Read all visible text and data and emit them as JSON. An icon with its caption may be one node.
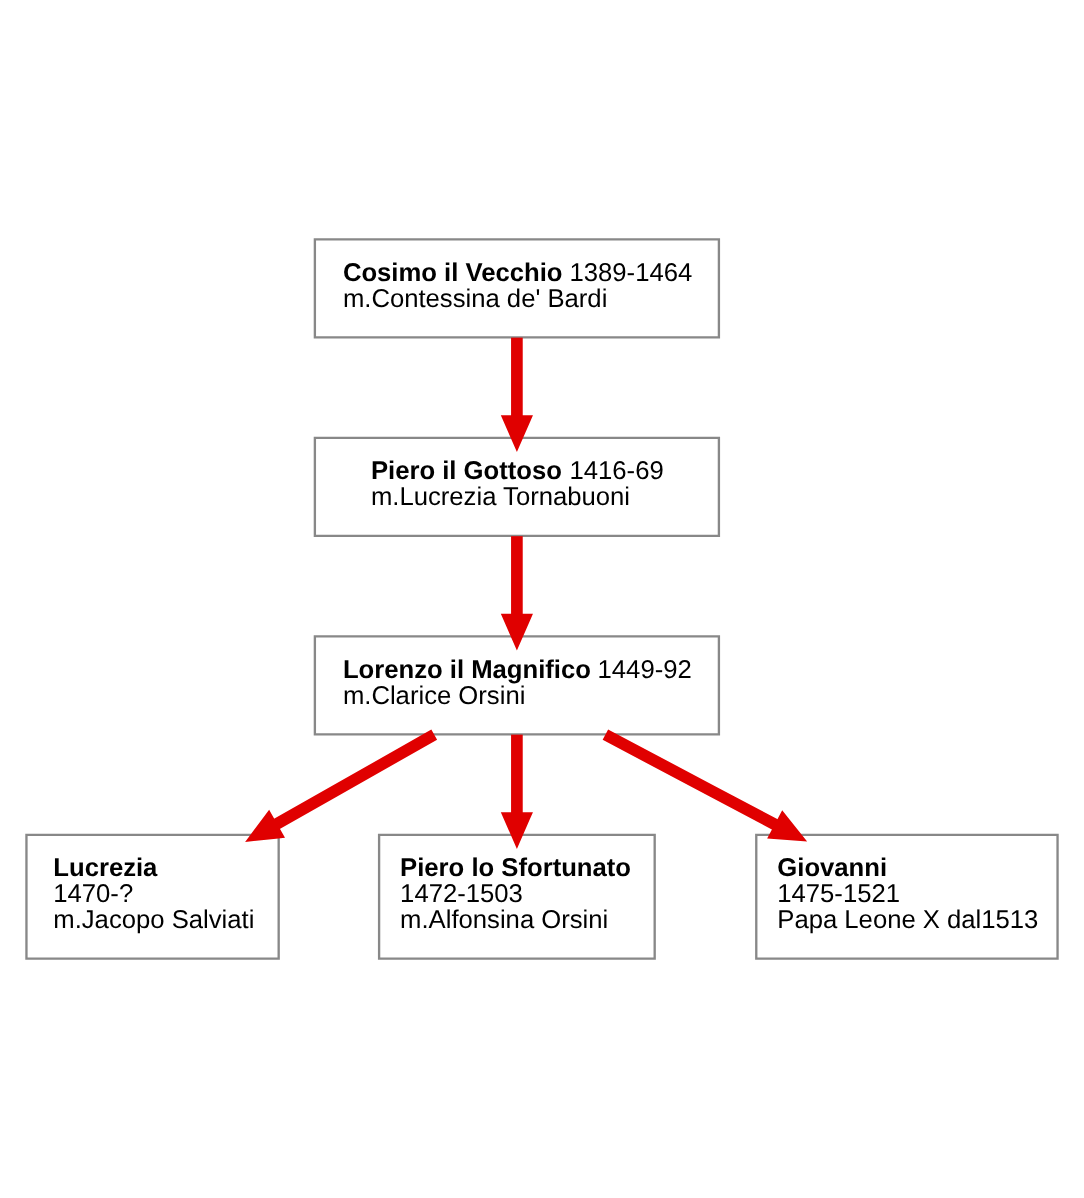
{
  "diagram": {
    "nodes": [
      {
        "text": [
          "Cosimo il Vecchio",
          "1389-1464",
          "m.Contessina de' Bardi"
        ]
      },
      {
        "text": [
          "Piero il Gottoso",
          "1416-69",
          "m.Lucrezia Tornabuoni"
        ]
      },
      {
        "text": [
          "Lorenzo il Magnifico",
          "1449-92",
          "m.Clarice Orsini"
        ]
      },
      {
        "text": [
          "Lucrezia",
          "1470-?",
          "m.Jacopo Salviati"
        ]
      },
      {
        "text": [
          "Piero lo Sfortunato",
          "1472-1503",
          "m.Alfonsina Orsini"
        ]
      },
      {
        "text": [
          "Giovanni",
          "1475-1521",
          "Papa Leone X dal1513"
        ]
      }
    ],
    "edges": [
      {
        "from": 0,
        "to": 1,
        "arrow": "to"
      },
      {
        "from": 1,
        "to": 2,
        "arrow": "to"
      },
      {
        "from": 2,
        "to": 3,
        "arrow": "to"
      },
      {
        "from": 2,
        "to": 4,
        "arrow": "to"
      },
      {
        "from": 2,
        "to": 5,
        "arrow": "to"
      }
    ]
  }
}
